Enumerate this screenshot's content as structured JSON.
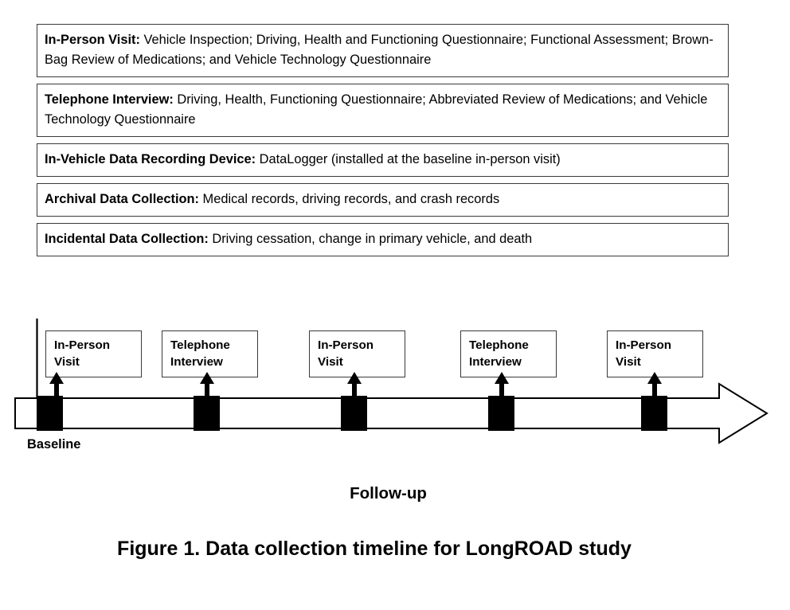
{
  "figure": {
    "caption": "Figure 1. Data collection timeline for LongROAD study",
    "baseline_label": "Baseline",
    "followup_label": "Follow-up"
  },
  "rows": [
    {
      "lead": "In-Person Visit:",
      "text": " Vehicle Inspection; Driving, Health and Functioning Questionnaire; Functional Assessment;  Brown-Bag Review of Medications; and Vehicle Technology Questionnaire"
    },
    {
      "lead": "Telephone Interview:",
      "text": " Driving, Health, Functioning Questionnaire; Abbreviated Review of Medications;  and Vehicle Technology Questionnaire"
    },
    {
      "lead": "In-Vehicle Data Recording Device:",
      "text": " DataLogger (installed at the baseline in-person visit)"
    },
    {
      "lead": "Archival Data Collection:",
      "text": "  Medical records, driving records, and crash records"
    },
    {
      "lead": "Incidental Data Collection:",
      "text": " Driving cessation, change in primary vehicle, and death"
    }
  ],
  "visits": [
    {
      "line1": "In-Person",
      "line2": "Visit"
    },
    {
      "line1": "Telephone",
      "line2": "Interview"
    },
    {
      "line1": "In-Person",
      "line2": "Visit"
    },
    {
      "line1": "Telephone",
      "line2": "Interview"
    },
    {
      "line1": "In-Person",
      "line2": "Visit"
    }
  ],
  "colors": {
    "marker": "#000000",
    "outline": "#3a3a3a",
    "background": "#ffffff"
  }
}
